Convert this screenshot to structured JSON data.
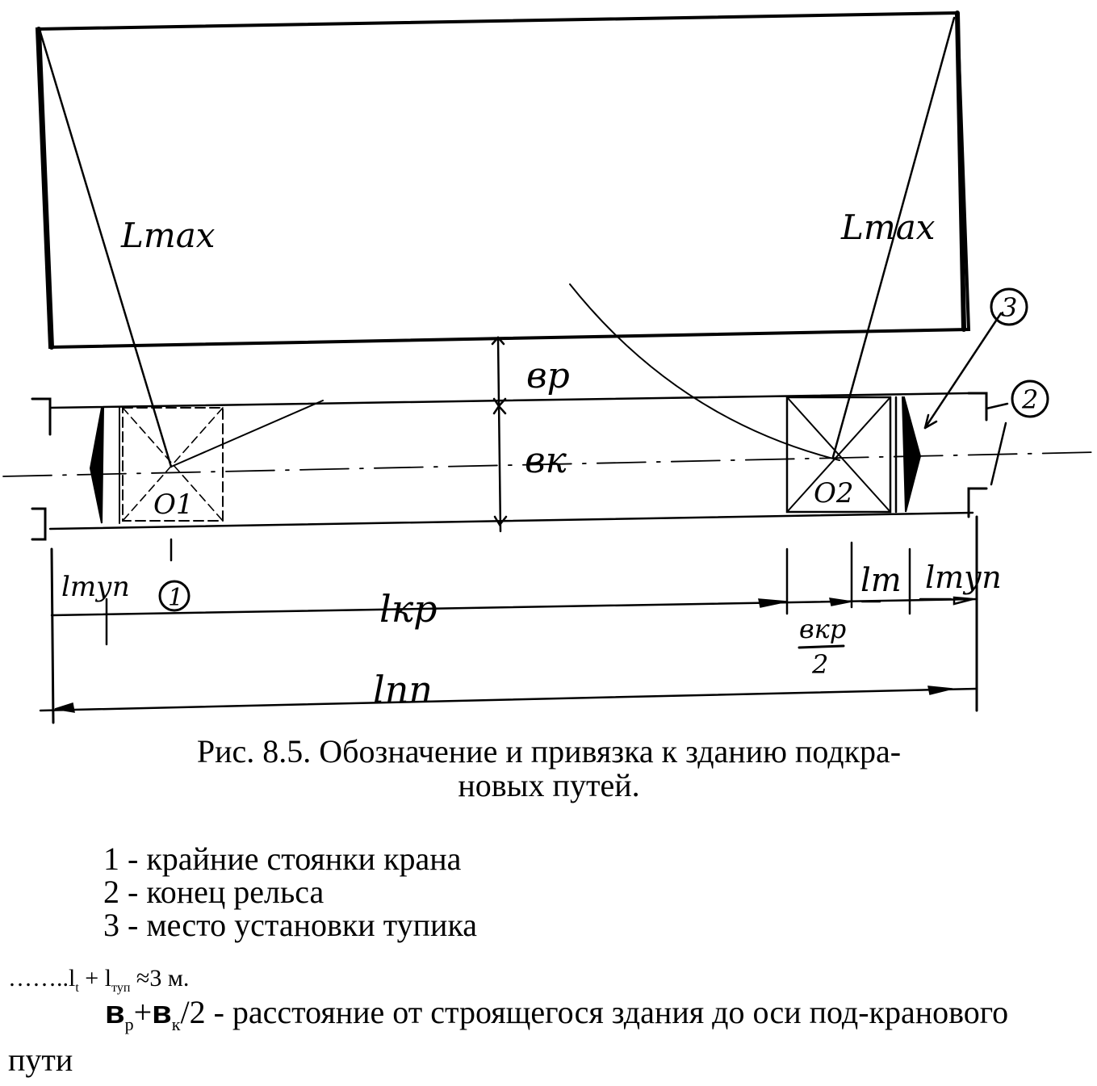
{
  "diagram": {
    "label_lmax_left": "Lmax",
    "label_lmax_right": "Lmax",
    "label_bp": "вр",
    "label_bk": "вк",
    "label_o1": "O1",
    "label_o2": "O2",
    "label_l_tup_left": "lтуп",
    "label_l_kr": "lкр",
    "label_l_t": "lт",
    "label_l_tup_right": "lтуп",
    "label_bkr_num": "вкр",
    "label_bkr_den": "2",
    "label_l_pp": "lпп",
    "marker_1": "1",
    "marker_2": "2",
    "marker_3": "3"
  },
  "caption": {
    "line1": "Рис. 8.5. Обозначение и привязка к зданию подкра-",
    "line2": "новых путей."
  },
  "legend": [
    "1 - крайние стоянки крана",
    "2 - конец рельса",
    "3 - место установки тупика"
  ],
  "formula": {
    "prefix": "……..",
    "l1": "l",
    "sub1": "t",
    "plus": " + ",
    "l2": "l",
    "sub2": "туп",
    "rest": " ≈3 м."
  },
  "description": {
    "b1": "в",
    "sub_p": "р",
    "plus": "+",
    "b2": "в",
    "sub_k": "к",
    "text": "/2 - расстояние от строящегося здания до оси под-кранового пути"
  }
}
